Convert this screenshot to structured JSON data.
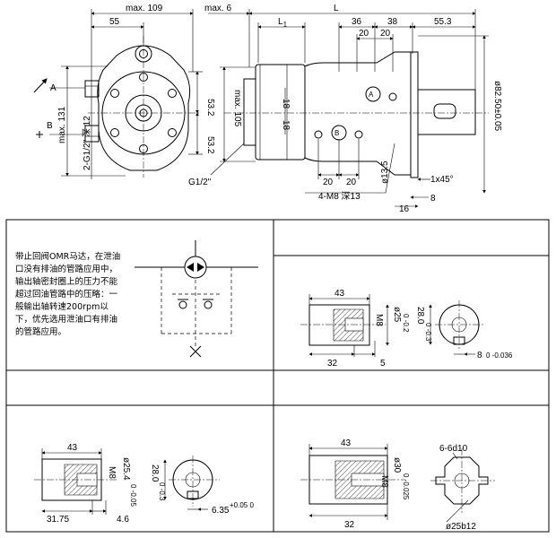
{
  "top_dims": {
    "max109": "max. 109",
    "d55": "55",
    "max6": "max. 6",
    "L": "L",
    "L1": "L",
    "L1_sub": "1",
    "d36": "36",
    "d38": "38",
    "d20a": "20",
    "d20b": "20",
    "d553": "55.3",
    "A": "A",
    "B": "B",
    "max131": "max. 131",
    "g12_top": "2-G1/2\" 深 12",
    "d532a": "53.2",
    "d532b": "53.2",
    "max105": "max. 105",
    "g12": "G1/2\"",
    "d18a": "18",
    "d18b": "18",
    "d20c": "20",
    "d20d": "20",
    "d135": "ø13.5",
    "m8": "4-M8 深13",
    "chamfer": "1x45°",
    "d8": "8",
    "d16": "16",
    "bore": "ø82.50±0.05",
    "port_A": "A",
    "port_B": "B"
  },
  "note_text": "带止回阀OMR马达，在泄油口没有排油的管路应用中，输出轴密封圈上的压力不能超过回油管路中的压略：一般输出轴转速200rpm以下，优先选用泄油口有排油的管路应用。",
  "shaft1": {
    "d43": "43",
    "d25": "ø25",
    "d25_tol": "0 -0.2",
    "m8": "M8",
    "d280": "28.0",
    "d280_tol": "0 -0.3",
    "d32": "32",
    "d5": "5",
    "d8": "8",
    "d8_tol": "0 -0.036"
  },
  "shaft2": {
    "d43": "43",
    "d254": "ø25.4",
    "d254_tol": "0 -0.05",
    "m8": "M8",
    "d280": "28.0",
    "d280_tol": "0 -0.3",
    "d3175": "31.75",
    "d46": "4.6",
    "d635": "6.35",
    "d635_tol": "+0.05 0"
  },
  "shaft3": {
    "d43": "43",
    "d300": "ø30",
    "d300_tol": "0 -0.025",
    "m8": "M8",
    "d32": "32",
    "spline": "6-6d10",
    "d25b12": "ø25b12"
  }
}
